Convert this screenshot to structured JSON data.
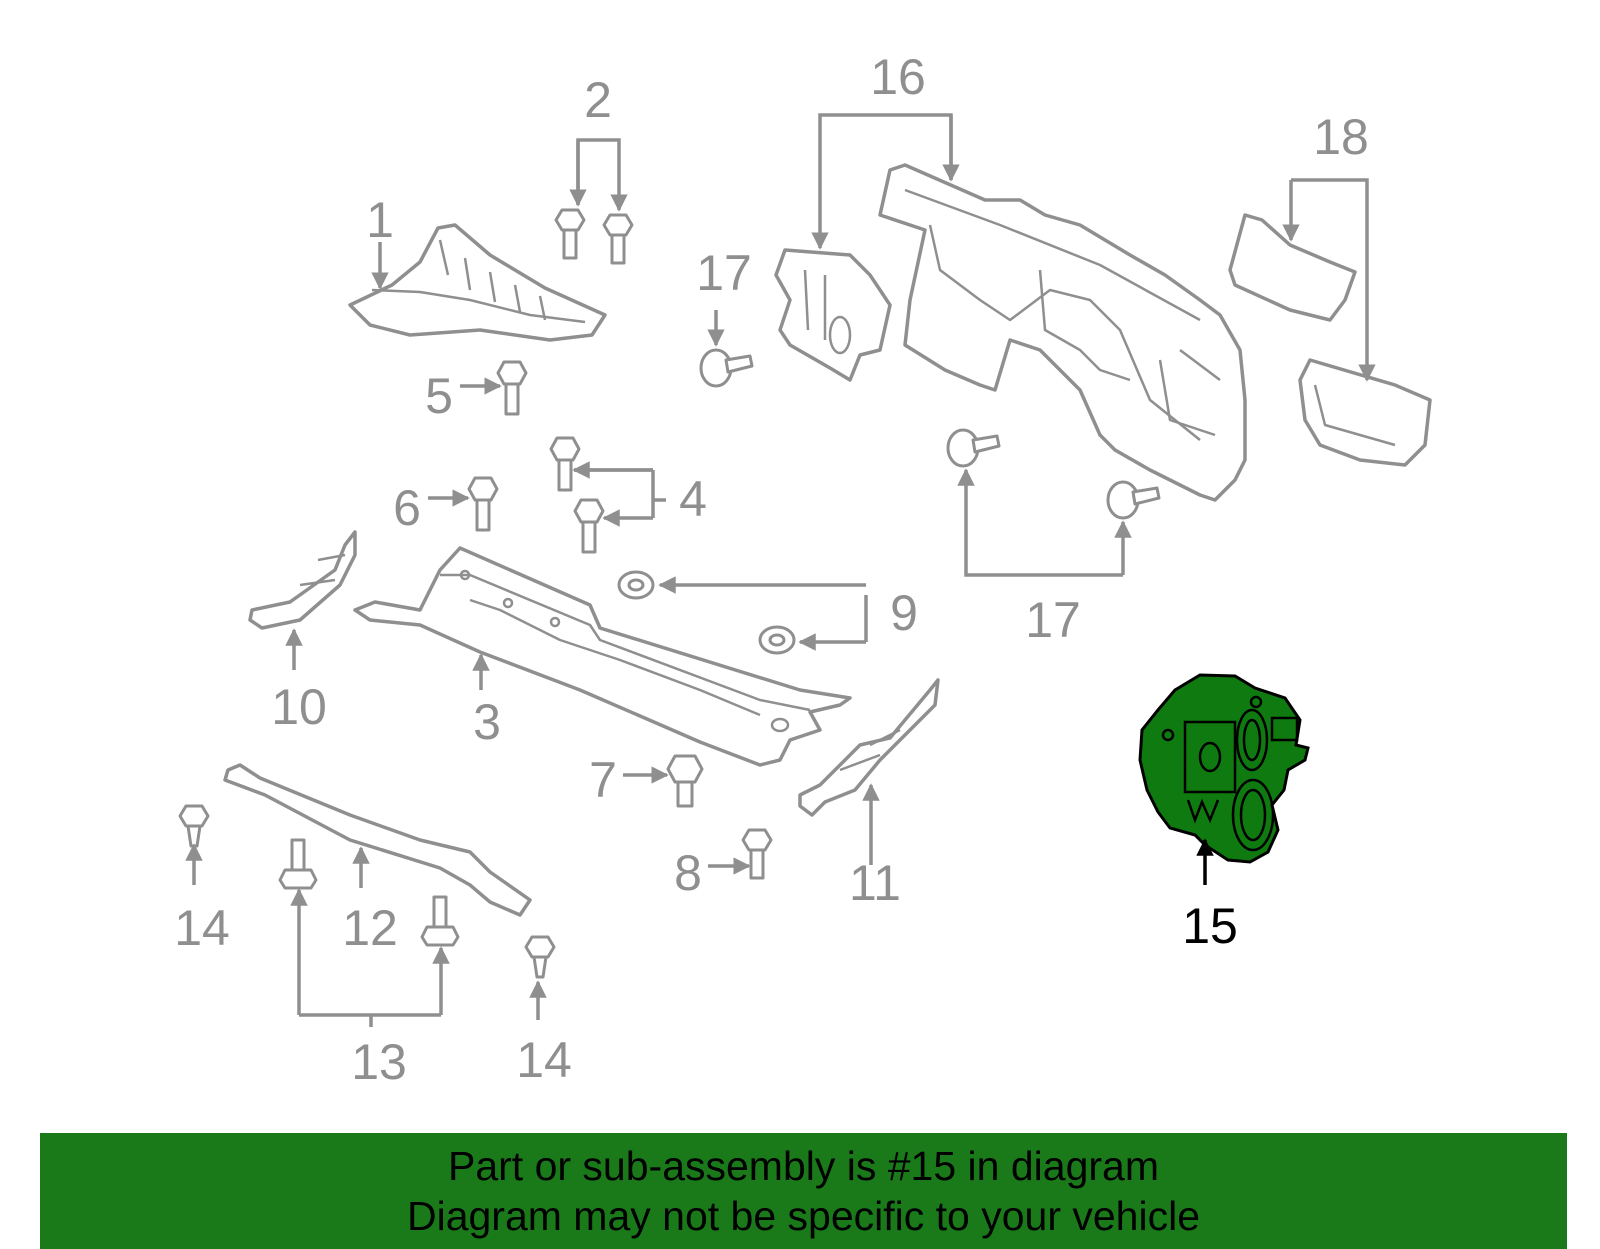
{
  "callouts": {
    "c1": "1",
    "c2": "2",
    "c3": "3",
    "c4": "4",
    "c5": "5",
    "c6": "6",
    "c7": "7",
    "c8": "8",
    "c9": "9",
    "c10": "10",
    "c11": "11",
    "c12": "12",
    "c13": "13",
    "c14a": "14",
    "c14b": "14",
    "c15": "15",
    "c16": "16",
    "c17a": "17",
    "c17b": "17",
    "c18": "18"
  },
  "highlight": {
    "part": "15",
    "fill_color": "#0f7a0f"
  },
  "banner": {
    "line1": "Part or sub-assembly is #15 in diagram",
    "line2": "Diagram may not be specific to your vehicle",
    "background_color": "#1a7a1a"
  },
  "colors": {
    "line": "#8f8f8f",
    "callout_text": "#8f8f8f",
    "highlight_text": "#000000"
  }
}
